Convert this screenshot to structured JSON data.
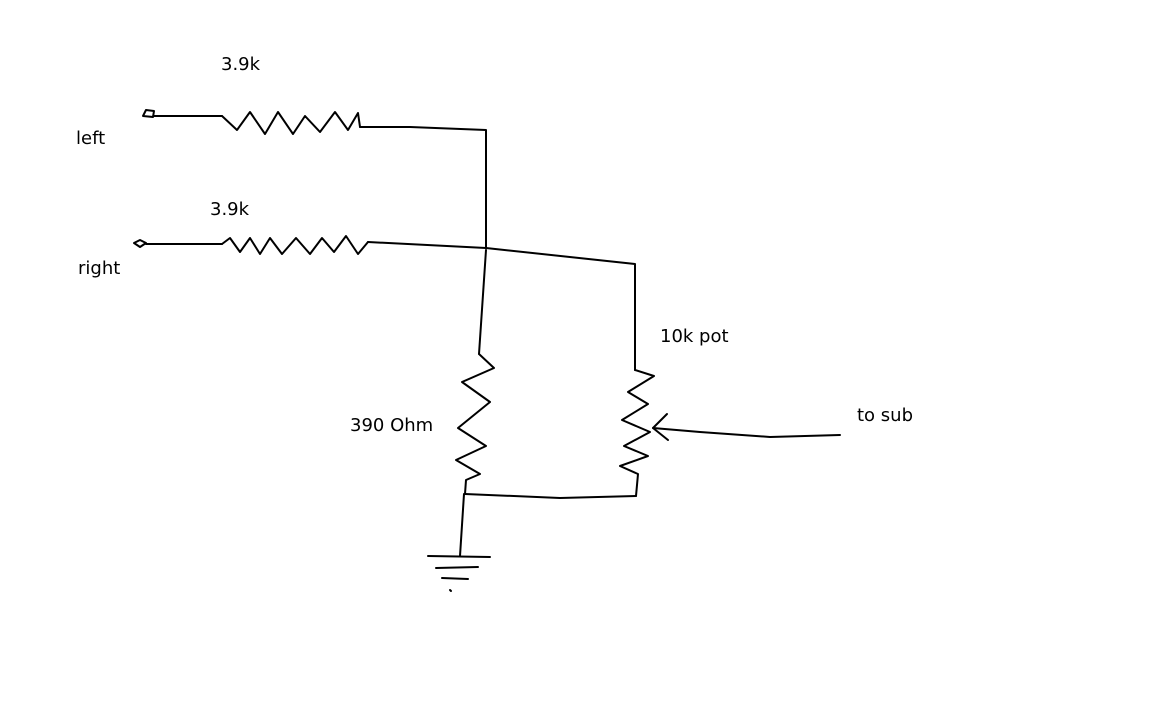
{
  "labels": {
    "left_input": "left",
    "right_input": "right",
    "left_resistor": "3.9k",
    "right_resistor": "3.9k",
    "shunt_resistor": "390 Ohm",
    "pot": "10k pot",
    "output": "to sub"
  },
  "colors": {
    "ink": "#000000",
    "background": "#ffffff"
  }
}
